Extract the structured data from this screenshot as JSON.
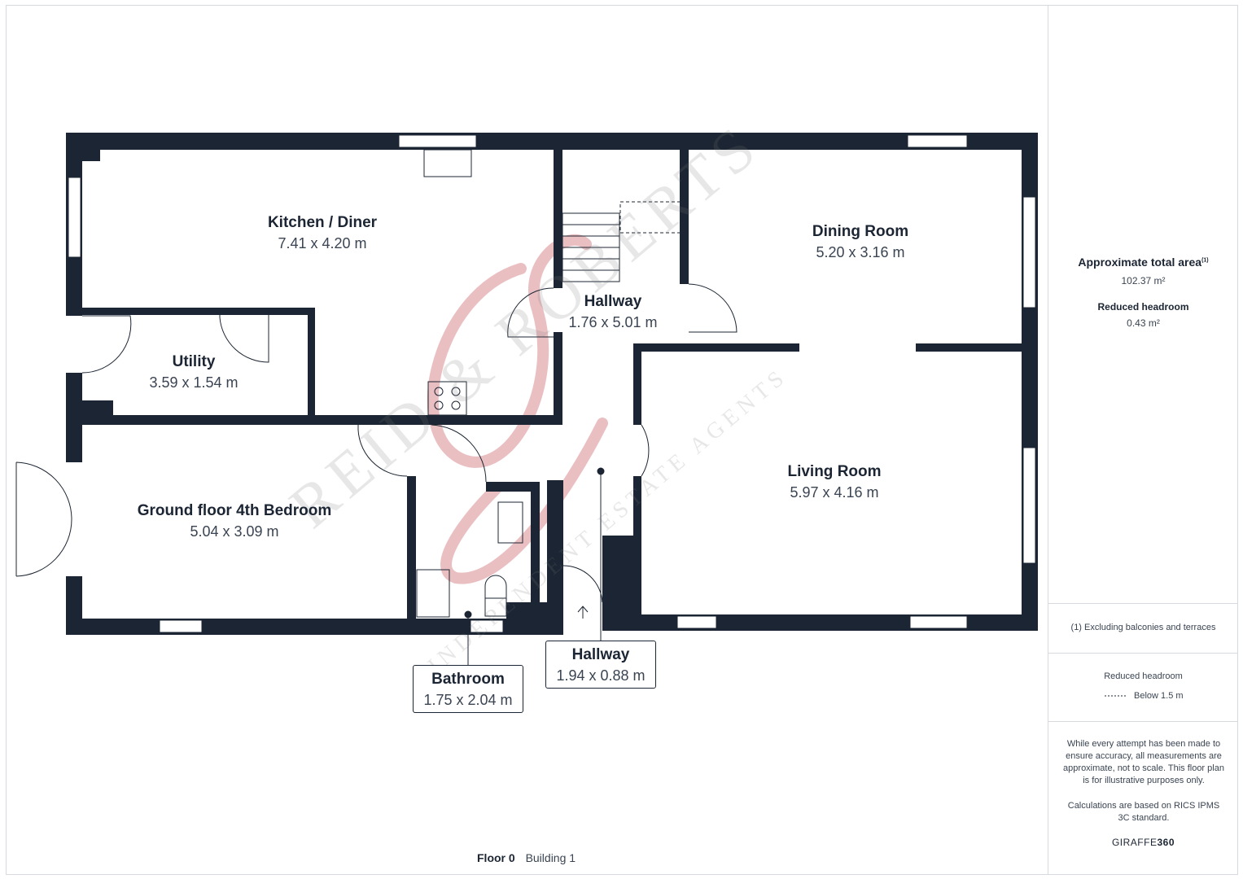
{
  "rooms": {
    "kitchen": {
      "name": "Kitchen / Diner",
      "dims": "7.41 x 4.20 m"
    },
    "dining": {
      "name": "Dining Room",
      "dims": "5.20 x 3.16 m"
    },
    "hallway_upper": {
      "name": "Hallway",
      "dims": "1.76 x 5.01 m"
    },
    "utility": {
      "name": "Utility",
      "dims": "3.59 x 1.54 m"
    },
    "bedroom": {
      "name": "Ground floor 4th Bedroom",
      "dims": "5.04 x 3.09 m"
    },
    "living": {
      "name": "Living Room",
      "dims": "5.97 x 4.16 m"
    },
    "bathroom": {
      "name": "Bathroom",
      "dims": "1.75 x 2.04 m"
    },
    "hallway_lower": {
      "name": "Hallway",
      "dims": "1.94 x 0.88 m"
    }
  },
  "sidebar": {
    "area_title": "Approximate total area",
    "area_sup": "(1)",
    "area_value": "102.37 m²",
    "reduced_title": "Reduced headroom",
    "reduced_value": "0.43 m²",
    "footnote": "(1) Excluding balconies and terraces",
    "legend_title": "Reduced headroom",
    "legend_item": "Below 1.5 m",
    "disclaimer": "While every attempt has been made to ensure accuracy, all measurements are approximate, not to scale. This floor plan is for illustrative purposes only.",
    "calc_note": "Calculations are based on RICS IPMS 3C standard.",
    "brand_a": "GIRAFFE",
    "brand_b": "360"
  },
  "footer": {
    "floor": "Floor 0",
    "building": "Building 1"
  },
  "watermark": {
    "main": "REID & ROBERTS",
    "sub": "INDEPENDENT ESTATE AGENTS"
  },
  "colors": {
    "wall": "#1c2533",
    "logo": "#d88b90"
  }
}
